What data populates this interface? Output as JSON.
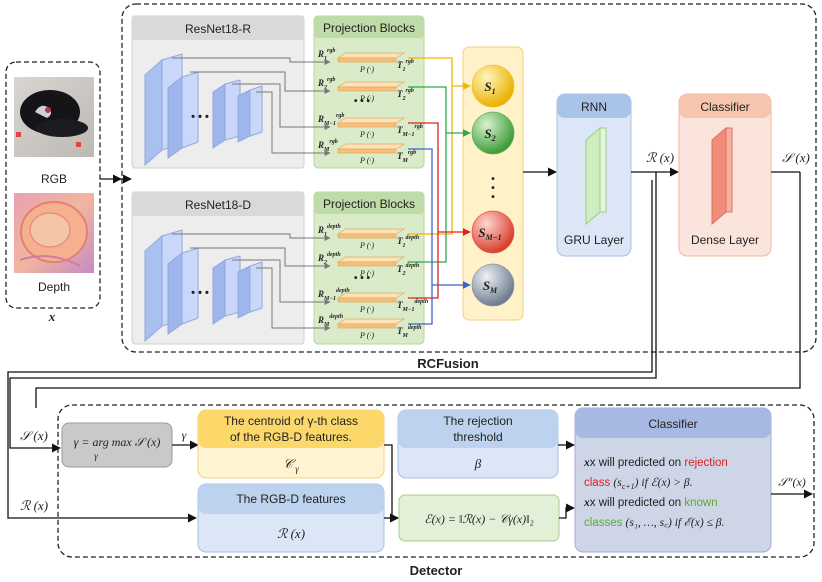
{
  "input": {
    "rgb_label": "RGB",
    "depth_label": "Depth",
    "x_label": "x"
  },
  "resnet_r": {
    "title": "ResNet18-R",
    "dots": "• • •"
  },
  "resnet_d": {
    "title": "ResNet18-D",
    "dots": "• • •"
  },
  "proj_rgb": {
    "title": "Projection Blocks",
    "p_label": "P (·)",
    "vdots": "• • •",
    "rows": [
      {
        "r": "R",
        "r_sub": "1",
        "r_sup": "rgb",
        "t": "T",
        "t_sub": "1",
        "t_sup": "rgb"
      },
      {
        "r": "R",
        "r_sub": "2",
        "r_sup": "rgb",
        "t": "T",
        "t_sub": "2",
        "t_sup": "rgb"
      },
      {
        "r": "R",
        "r_sub": "M−1",
        "r_sup": "rgb",
        "t": "T",
        "t_sub": "M−1",
        "t_sup": "rgb"
      },
      {
        "r": "R",
        "r_sub": "M",
        "r_sup": "rgb",
        "t": "T",
        "t_sub": "M",
        "t_sup": "rgb"
      }
    ]
  },
  "proj_depth": {
    "title": "Projection Blocks",
    "p_label": "P (·)",
    "vdots": "• • •",
    "rows": [
      {
        "r": "R",
        "r_sub": "1",
        "r_sup": "depth",
        "t": "T",
        "t_sub": "1",
        "t_sup": "depth"
      },
      {
        "r": "R",
        "r_sub": "2",
        "r_sup": "depth",
        "t": "T",
        "t_sub": "2",
        "t_sup": "depth"
      },
      {
        "r": "R",
        "r_sub": "M−1",
        "r_sup": "depth",
        "t": "T",
        "t_sub": "M−1",
        "t_sup": "depth"
      },
      {
        "r": "R",
        "r_sub": "M",
        "r_sup": "depth",
        "t": "T",
        "t_sub": "M",
        "t_sup": "depth"
      }
    ]
  },
  "spheres": [
    {
      "label": "S",
      "sub": "1",
      "color": "#f2c230"
    },
    {
      "label": "S",
      "sub": "2",
      "color": "#5fb35a"
    },
    {
      "label": "S",
      "sub": "M−1",
      "color": "#e2574c"
    },
    {
      "label": "S",
      "sub": "M",
      "color": "#8e98a8"
    }
  ],
  "sphere_vdots": "•\n•\n•",
  "rnn": {
    "title": "RNN",
    "layer": "GRU Layer"
  },
  "rnn_out": "ℛ (x)",
  "classifier": {
    "title": "Classifier",
    "layer": "Dense Layer"
  },
  "cls_out": "𝒮 (x)",
  "rcfusion_label": "RCFusion",
  "detector": {
    "label": "Detector",
    "s_in": "𝒮 (x)",
    "r_in": "ℛ (x)",
    "argmax": "γ = arg max 𝒮 (x)",
    "argmax_sub": "γ",
    "gamma": "γ",
    "centroid_line1": "The centroid of γ-th class",
    "centroid_line2": "of the RGB-D features.",
    "centroid_sym": "𝒞",
    "centroid_sub": "γ",
    "threshold_line1": "The rejection",
    "threshold_line2": "threshold",
    "threshold_sym": "β",
    "features_title": "The RGB-D features",
    "features_sym": "ℛ (x)",
    "error_formula": "ℰ(x) = ‖ℛ(x) − 𝒞γ(x)‖₂",
    "final": {
      "title": "Classifier",
      "l1a": "x will predicted on ",
      "l1b": "rejection",
      "l2a": "class ",
      "l2b": "(s",
      "l2c": "c+1",
      "l2d": ")",
      "l2e": " if ℰ(x) > β.",
      "l3": "x will predicted on ",
      "l3b": "known",
      "l4a": "classes ",
      "l4b": "(s₁, …, s꜀)",
      "l4e": " if ℰ(x) ≤ β."
    },
    "output": "𝒮″(x)"
  },
  "colors": {
    "yellow": "#f5b400",
    "green": "#2ea84a",
    "red": "#e02020",
    "blue": "#3d63c8",
    "gray_arrow": "#777777",
    "rejection": "#e02020",
    "known": "#5daa3a"
  }
}
